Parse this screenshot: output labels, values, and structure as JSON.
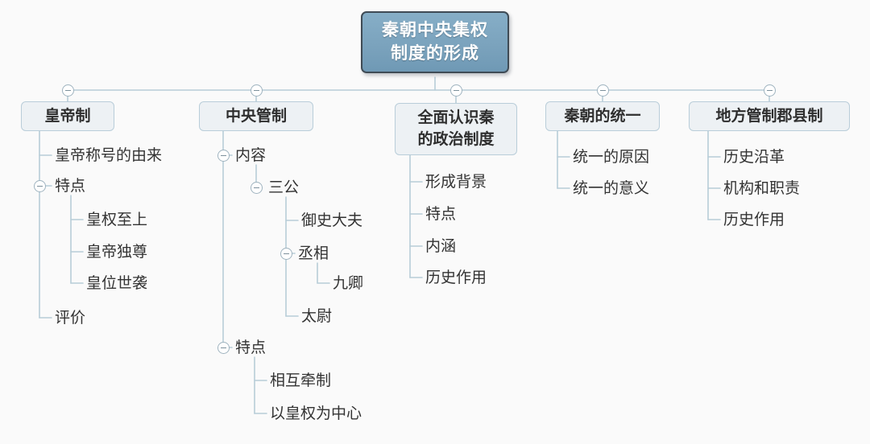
{
  "diagram": {
    "type": "mind-map",
    "title_lines": [
      "秦朝中央集权",
      "制度的形成"
    ],
    "background_color": "#fafafa",
    "root_fill": "#7ba3bd",
    "node_fill": "#edf1f4",
    "line_color": "#b8cdd8",
    "text_color": "#333333"
  },
  "root": {
    "label": "秦朝中央集权制度的形成",
    "line1": "秦朝中央集权",
    "line2": "制度的形成"
  },
  "branches": [
    {
      "label": "皇帝制",
      "toggle": "collapse-minus-icon",
      "children": [
        {
          "label": "皇帝称号的由来",
          "toggle": null,
          "children": []
        },
        {
          "label": "特点",
          "toggle": "collapse-minus-icon",
          "children": [
            {
              "label": "皇权至上"
            },
            {
              "label": "皇帝独尊"
            },
            {
              "label": "皇位世袭"
            }
          ]
        },
        {
          "label": "评价",
          "toggle": null,
          "children": []
        }
      ]
    },
    {
      "label": "中央管制",
      "toggle": "collapse-minus-icon",
      "children": [
        {
          "label": "内容",
          "toggle": "collapse-minus-icon",
          "children": [
            {
              "label": "三公",
              "toggle": "collapse-minus-icon",
              "children": [
                {
                  "label": "御史大夫"
                },
                {
                  "label": "丞相",
                  "toggle": "collapse-minus-icon",
                  "children": [
                    {
                      "label": "九卿"
                    }
                  ]
                },
                {
                  "label": "太尉"
                }
              ]
            }
          ]
        },
        {
          "label": "特点",
          "toggle": "collapse-minus-icon",
          "children": [
            {
              "label": "相互牵制"
            },
            {
              "label": "以皇权为中心"
            }
          ]
        }
      ]
    },
    {
      "label": "全面认识秦的政治制度",
      "line1": "全面认识秦",
      "line2": "的政治制度",
      "toggle": "collapse-minus-icon",
      "children": [
        {
          "label": "形成背景"
        },
        {
          "label": "特点"
        },
        {
          "label": "内涵"
        },
        {
          "label": "历史作用"
        }
      ]
    },
    {
      "label": "秦朝的统一",
      "toggle": "collapse-minus-icon",
      "children": [
        {
          "label": "统一的原因"
        },
        {
          "label": "统一的意义"
        }
      ]
    },
    {
      "label": "地方管制郡县制",
      "toggle": "collapse-minus-icon",
      "children": [
        {
          "label": "历史沿革"
        },
        {
          "label": "机构和职责"
        },
        {
          "label": "历史作用"
        }
      ]
    }
  ]
}
